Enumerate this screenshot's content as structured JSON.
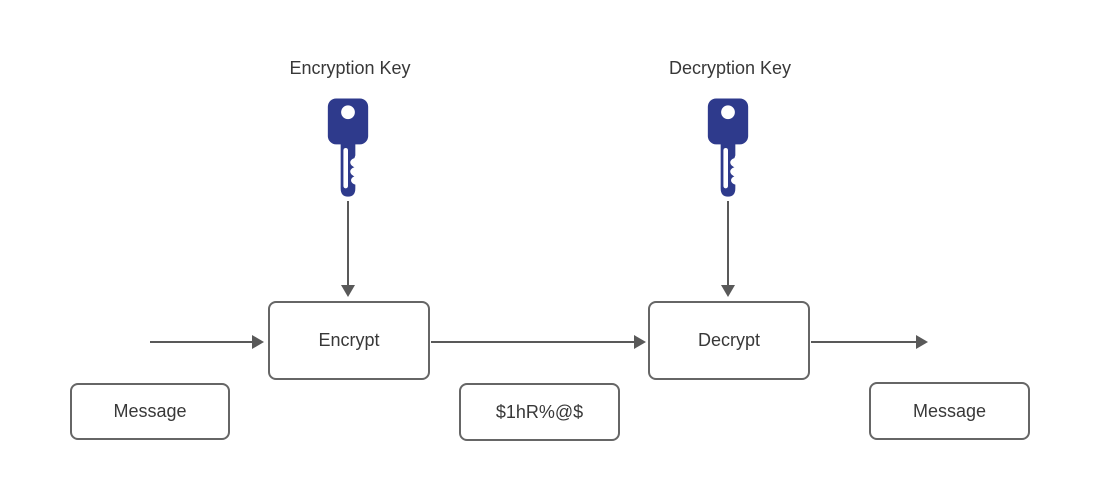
{
  "diagram": {
    "labels": {
      "encryption_key": "Encryption Key",
      "decryption_key": "Decryption Key"
    },
    "nodes": {
      "encrypt": "Encrypt",
      "decrypt": "Decrypt",
      "message_left": "Message",
      "ciphertext": "$1hR%@$",
      "message_right": "Message"
    },
    "icons": {
      "encryption_key": "key-icon",
      "decryption_key": "key-icon"
    },
    "colors": {
      "key_fill": "#2e3a8c",
      "box_border": "#666666",
      "arrow": "#595959",
      "text": "#383838"
    }
  }
}
